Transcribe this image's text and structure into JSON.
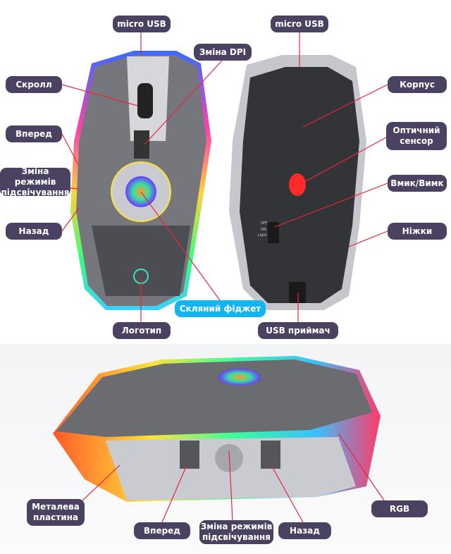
{
  "top_labels": {
    "micro_usb_left": "micro USB",
    "micro_usb_right": "micro USB",
    "dpi": "Зміна DPI",
    "scroll": "Скролл",
    "body": "Корпус",
    "forward": "Вперед",
    "optical_sensor": "Оптичний сенсор",
    "light_mode": "Зміна режимів підсвічування",
    "power": "Вмик/Вимк",
    "back": "Назад",
    "feet": "Ніжки",
    "glass_fidget": "Скляний  фіджет",
    "logo": "Логотип",
    "usb_receiver": "USB приймач"
  },
  "bottom_labels": {
    "metal_plate": "Металева пластина",
    "rgb": "RGB",
    "forward": "Вперед",
    "light_mode": "Зміна режимів підсвічування",
    "back": "Назад"
  },
  "switch_marks": {
    "off": "OFF",
    "on": "ON",
    "light": "Light"
  },
  "colors": {
    "label_bg": "#4b4262",
    "accent_label_bg": "#12b5f0",
    "pointer_line": "#e8263a",
    "mouse_body": "#6b6c70"
  }
}
